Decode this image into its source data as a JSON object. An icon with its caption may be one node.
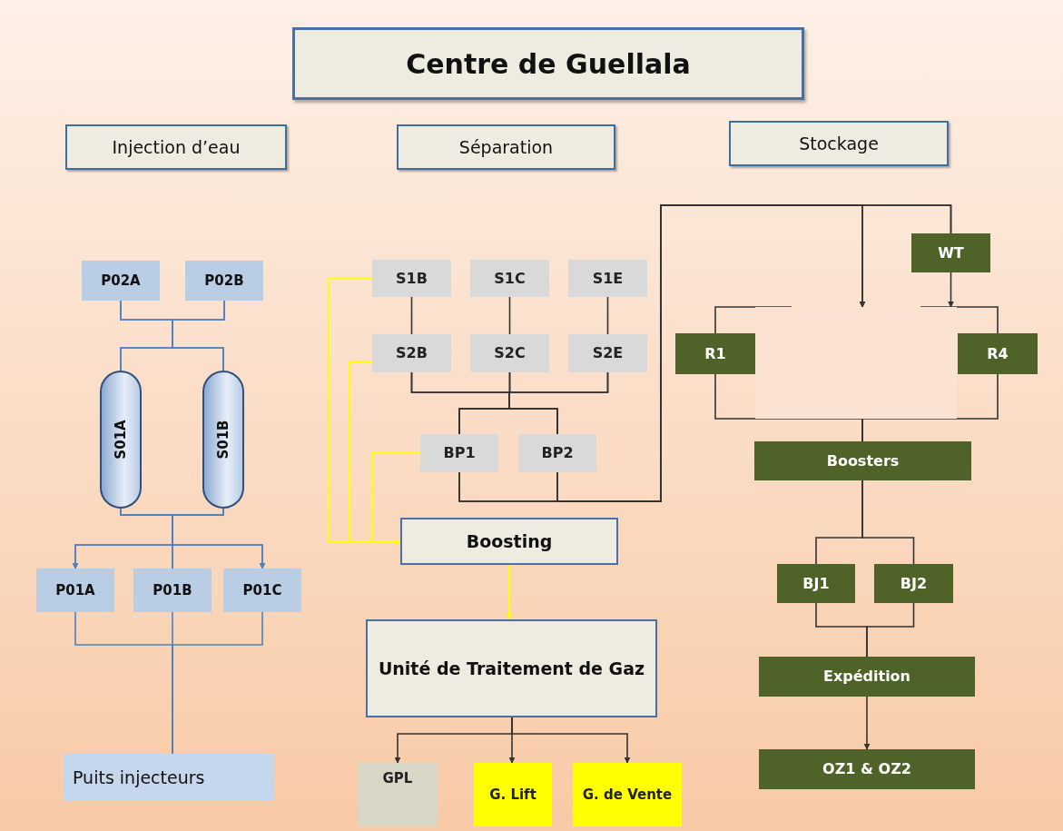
{
  "diagram": {
    "title": "Centre de Guellala",
    "nodes": [
      {
        "text": [
          "Injection d’eau"
        ]
      },
      {
        "text": [
          "Séparation"
        ]
      },
      {
        "text": [
          "Stockage"
        ]
      },
      {
        "text": [
          "P02A"
        ]
      },
      {
        "text": [
          "P02B"
        ]
      },
      {
        "text": [
          "S01A"
        ]
      },
      {
        "text": [
          "S01B"
        ]
      },
      {
        "text": [
          "P01A"
        ]
      },
      {
        "text": [
          "P01B"
        ]
      },
      {
        "text": [
          "P01C"
        ]
      },
      {
        "text": [
          "Puits injecteurs"
        ]
      },
      {
        "text": [
          "S1B"
        ]
      },
      {
        "text": [
          "S1C"
        ]
      },
      {
        "text": [
          "S1E"
        ]
      },
      {
        "text": [
          "S2B"
        ]
      },
      {
        "text": [
          "S2C"
        ]
      },
      {
        "text": [
          "S2E"
        ]
      },
      {
        "text": [
          "BP1"
        ]
      },
      {
        "text": [
          "BP2"
        ]
      },
      {
        "text": [
          "Boosting"
        ]
      },
      {
        "text": [
          "Unité de Traitement de Gaz"
        ]
      },
      {
        "text": [
          "GPL"
        ]
      },
      {
        "text": [
          "G. Lift"
        ]
      },
      {
        "text": [
          "G. de Vente"
        ]
      },
      {
        "text": [
          "WT"
        ]
      },
      {
        "text": [
          "R1"
        ]
      },
      {
        "text": [
          "R4"
        ]
      },
      {
        "text": [],
        "shape": "box"
      },
      {
        "text": [
          "Boosters"
        ]
      },
      {
        "text": [
          "BJ1"
        ]
      },
      {
        "text": [
          "BJ2"
        ]
      },
      {
        "text": [
          "Expédition"
        ]
      },
      {
        "text": [
          "OZ1 & OZ2"
        ]
      }
    ],
    "edges": [
      {
        "from": 3,
        "to": 5,
        "arrow": "none",
        "color": "#4f81bd"
      },
      {
        "from": 3,
        "to": 6,
        "arrow": "none",
        "color": "#4f81bd"
      },
      {
        "from": 4,
        "to": 5,
        "arrow": "none",
        "color": "#4f81bd"
      },
      {
        "from": 4,
        "to": 6,
        "arrow": "none",
        "color": "#4f81bd"
      },
      {
        "from": 5,
        "to": 7,
        "arrow": "to",
        "color": "#4f81bd"
      },
      {
        "from": 5,
        "to": 8,
        "arrow": "none",
        "color": "#4f81bd"
      },
      {
        "from": 5,
        "to": 9,
        "arrow": "to",
        "color": "#4f81bd"
      },
      {
        "from": 6,
        "to": 7,
        "arrow": "to",
        "color": "#4f81bd"
      },
      {
        "from": 6,
        "to": 8,
        "arrow": "none",
        "color": "#4f81bd"
      },
      {
        "from": 6,
        "to": 9,
        "arrow": "to",
        "color": "#4f81bd"
      },
      {
        "from": 7,
        "to": 10,
        "arrow": "none",
        "color": "#4f81bd"
      },
      {
        "from": 8,
        "to": 10,
        "arrow": "none",
        "color": "#4f81bd"
      },
      {
        "from": 9,
        "to": 10,
        "arrow": "none",
        "color": "#4f81bd"
      },
      {
        "from": 11,
        "to": 14,
        "arrow": "none"
      },
      {
        "from": 12,
        "to": 15,
        "arrow": "none"
      },
      {
        "from": 13,
        "to": 16,
        "arrow": "none"
      },
      {
        "from": 14,
        "to": 17,
        "arrow": "none"
      },
      {
        "from": 14,
        "to": 18,
        "arrow": "none"
      },
      {
        "from": 15,
        "to": 17,
        "arrow": "none"
      },
      {
        "from": 15,
        "to": 18,
        "arrow": "none"
      },
      {
        "from": 16,
        "to": 17,
        "arrow": "none"
      },
      {
        "from": 16,
        "to": 18,
        "arrow": "none"
      },
      {
        "from": 17,
        "to": 27,
        "arrow": "to"
      },
      {
        "from": 18,
        "to": 27,
        "arrow": "to"
      },
      {
        "from": 17,
        "to": 24,
        "arrow": "none"
      },
      {
        "from": 18,
        "to": 24,
        "arrow": "none"
      },
      {
        "from": 24,
        "to": 27,
        "arrow": "to"
      },
      {
        "from": 11,
        "to": 19,
        "arrow": "to",
        "color": "#ffff00"
      },
      {
        "from": 14,
        "to": 19,
        "arrow": "to",
        "color": "#ffff00"
      },
      {
        "from": 17,
        "to": 19,
        "arrow": "to",
        "color": "#ffff00"
      },
      {
        "from": 19,
        "to": 20,
        "arrow": "to",
        "color": "#ffff00"
      },
      {
        "from": 20,
        "to": 21,
        "arrow": "to"
      },
      {
        "from": 20,
        "to": 22,
        "arrow": "to"
      },
      {
        "from": 20,
        "to": 23,
        "arrow": "to"
      },
      {
        "from": 27,
        "to": 25,
        "arrow": "none"
      },
      {
        "from": 27,
        "to": 26,
        "arrow": "none"
      },
      {
        "from": 25,
        "to": 28,
        "arrow": "none"
      },
      {
        "from": 26,
        "to": 28,
        "arrow": "none"
      },
      {
        "from": 27,
        "to": 28,
        "arrow": "none"
      },
      {
        "from": 28,
        "to": 29,
        "arrow": "none"
      },
      {
        "from": 28,
        "to": 30,
        "arrow": "none"
      },
      {
        "from": 29,
        "to": 31,
        "arrow": "none"
      },
      {
        "from": 30,
        "to": 31,
        "arrow": "none"
      },
      {
        "from": 31,
        "to": 32,
        "arrow": "to"
      }
    ]
  }
}
